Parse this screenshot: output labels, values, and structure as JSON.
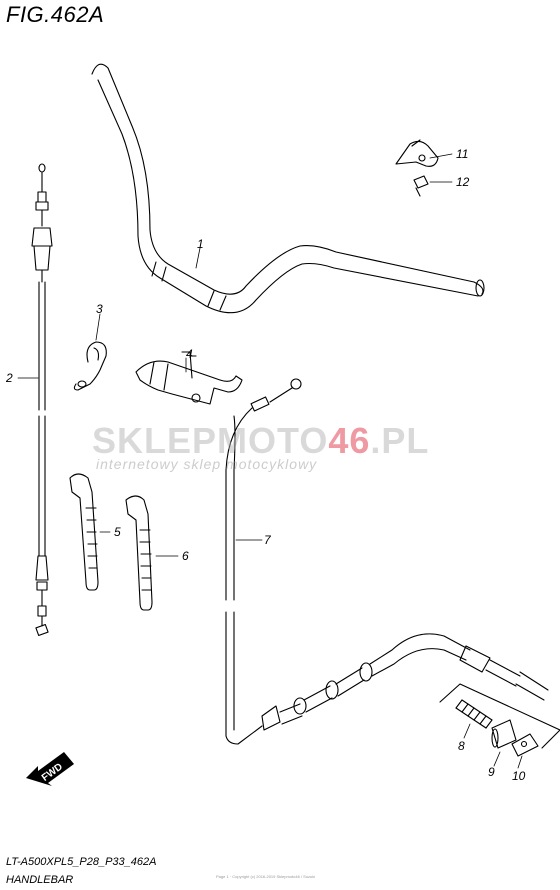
{
  "figure": {
    "title": "FIG.462A"
  },
  "callouts": [
    "1",
    "2",
    "3",
    "4",
    "5",
    "6",
    "7",
    "8",
    "9",
    "10",
    "11",
    "12"
  ],
  "watermark": {
    "brand_a": "SKLEP",
    "brand_b": "MOTO",
    "brand_c": "46",
    "brand_d": ".PL",
    "tagline": "internetowy sklep motocyklowy"
  },
  "fwd_badge": {
    "label": "FWD"
  },
  "footer": {
    "model_code": "LT-A500XPL5_P28_P33_462A",
    "section_name": "HANDLEBAR",
    "tiny_print": "Page 1  ·  Copyright (c) 2016-2019 Sklepmoto46 / Suzuki"
  },
  "colors": {
    "line": "#000000",
    "watermark_grey": "#aaaaaa",
    "watermark_red": "#e04655"
  }
}
